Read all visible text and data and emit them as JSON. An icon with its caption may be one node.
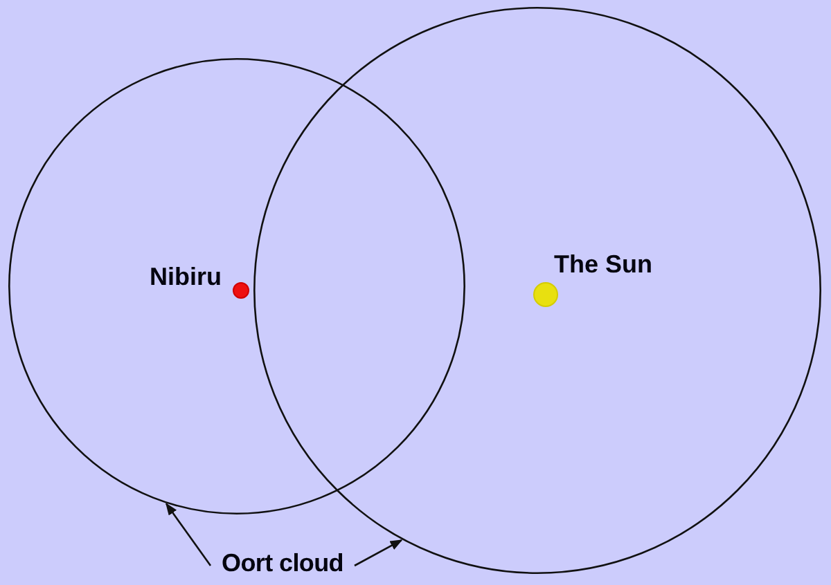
{
  "diagram": {
    "nodes": [
      {
        "text": [],
        "shape": "circle"
      },
      {
        "text": [],
        "shape": "circle"
      },
      {
        "text": [
          "Oort cloud"
        ]
      }
    ],
    "edges": [
      {
        "from": 2,
        "to": 0,
        "arrow": "to"
      },
      {
        "from": 2,
        "to": 1,
        "arrow": "to"
      }
    ],
    "labels": [
      "Nibiru",
      "The Sun"
    ]
  }
}
